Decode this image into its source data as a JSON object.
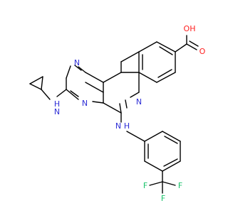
{
  "molecule": {
    "colors": {
      "carbon": "#000000",
      "nitrogen": "#2f2fd6",
      "oxygen": "#ff1f1f",
      "fluorine": "#19c36a"
    },
    "atoms": {
      "oh": "OH",
      "o_carbonyl": "O",
      "n_ring_top": "N",
      "n_ring_bottom": "N",
      "n_quinoline": "N",
      "nh_cyclopropyl": "H",
      "nh_cyclopropyl_n": "N",
      "nh_aryl_n": "N",
      "nh_aryl": "H",
      "f_left": "F",
      "f_center": "F",
      "f_right": "F"
    }
  }
}
